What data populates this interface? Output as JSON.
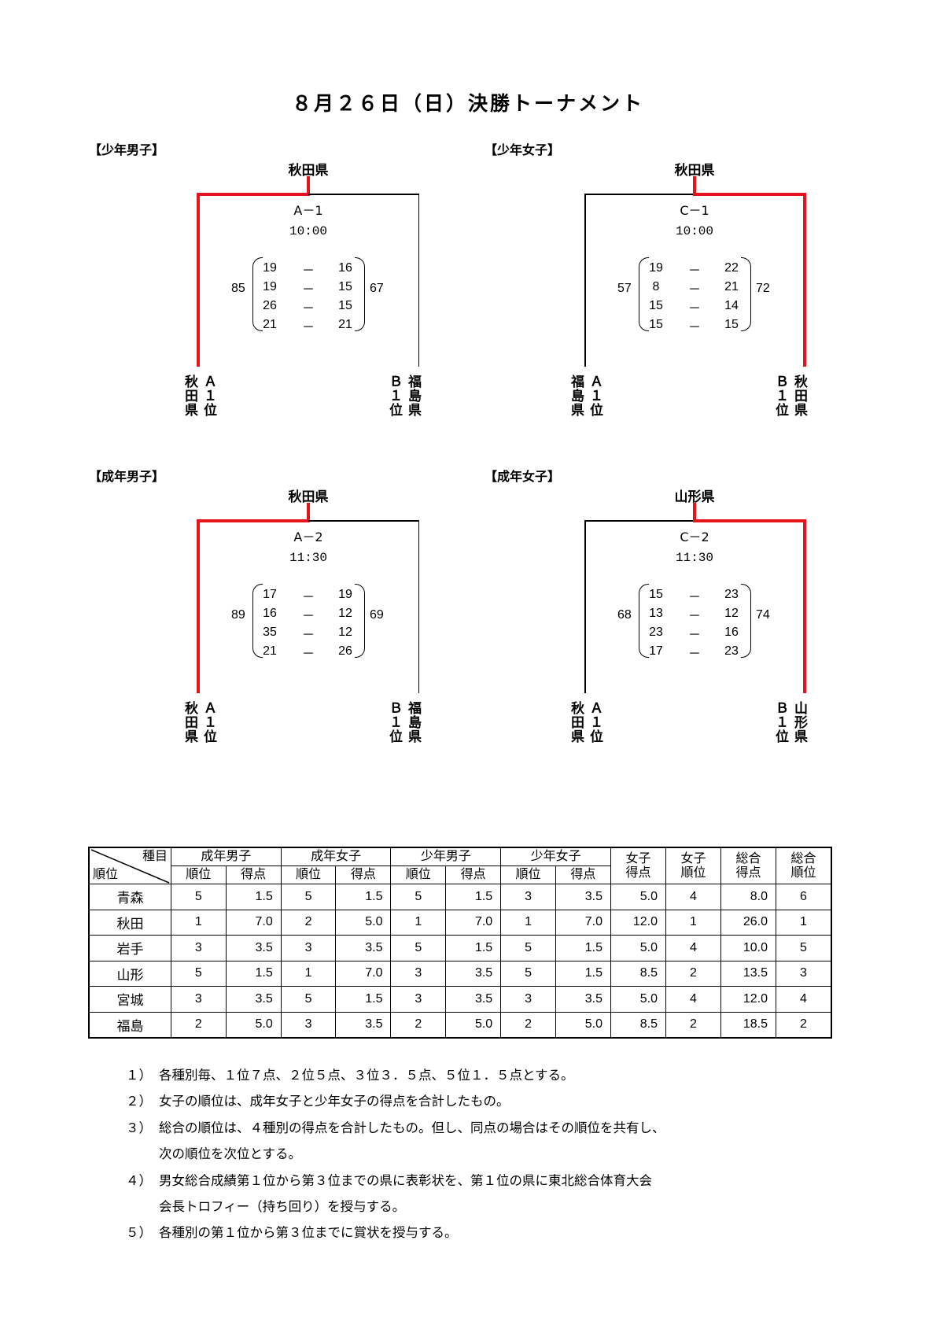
{
  "title": "８月２６日（日）決勝トーナメント",
  "brackets": [
    {
      "section": "【少年男子】",
      "winner": "秋田県",
      "winner_side": "left",
      "match": "A－1",
      "time": "10:00",
      "left_total": "85",
      "right_total": "67",
      "sets": [
        [
          "19",
          "16"
        ],
        [
          "19",
          "15"
        ],
        [
          "26",
          "15"
        ],
        [
          "21",
          "21"
        ]
      ],
      "left_team": [
        "秋田県",
        "Ａ１位"
      ],
      "right_team": [
        "Ｂ１位",
        "福島県"
      ]
    },
    {
      "section": "【少年女子】",
      "winner": "秋田県",
      "winner_side": "right",
      "match": "C－1",
      "time": "10:00",
      "left_total": "57",
      "right_total": "72",
      "sets": [
        [
          "19",
          "22"
        ],
        [
          "8",
          "21"
        ],
        [
          "15",
          "14"
        ],
        [
          "15",
          "15"
        ]
      ],
      "left_team": [
        "福島県",
        "Ａ１位"
      ],
      "right_team": [
        "Ｂ１位",
        "秋田県"
      ]
    },
    {
      "section": "【成年男子】",
      "winner": "秋田県",
      "winner_side": "left",
      "match": "A－2",
      "time": "11:30",
      "left_total": "89",
      "right_total": "69",
      "sets": [
        [
          "17",
          "19"
        ],
        [
          "16",
          "12"
        ],
        [
          "35",
          "12"
        ],
        [
          "21",
          "26"
        ]
      ],
      "left_team": [
        "秋田県",
        "Ａ１位"
      ],
      "right_team": [
        "Ｂ１位",
        "福島県"
      ]
    },
    {
      "section": "【成年女子】",
      "winner": "山形県",
      "winner_side": "right",
      "match": "C－2",
      "time": "11:30",
      "left_total": "68",
      "right_total": "74",
      "sets": [
        [
          "15",
          "23"
        ],
        [
          "13",
          "12"
        ],
        [
          "23",
          "16"
        ],
        [
          "17",
          "23"
        ]
      ],
      "left_team": [
        "秋田県",
        "Ａ１位"
      ],
      "right_team": [
        "Ｂ１位",
        "山形県"
      ]
    }
  ],
  "dash": "－",
  "table": {
    "corner_top": "種目",
    "corner_bottom": "順位",
    "groups": [
      "成年男子",
      "成年女子",
      "少年男子",
      "少年女子"
    ],
    "sub": [
      "順位",
      "得点"
    ],
    "extra": [
      [
        "女子",
        "得点"
      ],
      [
        "女子",
        "順位"
      ],
      [
        "総合",
        "得点"
      ],
      [
        "総合",
        "順位"
      ]
    ],
    "rows": [
      [
        "青森",
        "5",
        "1.5",
        "5",
        "1.5",
        "5",
        "1.5",
        "3",
        "3.5",
        "5.0",
        "4",
        "8.0",
        "6"
      ],
      [
        "秋田",
        "1",
        "7.0",
        "2",
        "5.0",
        "1",
        "7.0",
        "1",
        "7.0",
        "12.0",
        "1",
        "26.0",
        "1"
      ],
      [
        "岩手",
        "3",
        "3.5",
        "3",
        "3.5",
        "5",
        "1.5",
        "5",
        "1.5",
        "5.0",
        "4",
        "10.0",
        "5"
      ],
      [
        "山形",
        "5",
        "1.5",
        "1",
        "7.0",
        "3",
        "3.5",
        "5",
        "1.5",
        "8.5",
        "2",
        "13.5",
        "3"
      ],
      [
        "宮城",
        "3",
        "3.5",
        "5",
        "1.5",
        "3",
        "3.5",
        "3",
        "3.5",
        "5.0",
        "4",
        "12.0",
        "4"
      ],
      [
        "福島",
        "2",
        "5.0",
        "3",
        "3.5",
        "2",
        "5.0",
        "2",
        "5.0",
        "8.5",
        "2",
        "18.5",
        "2"
      ]
    ]
  },
  "notes": [
    {
      "num": "１）",
      "text": "各種別毎、１位７点、２位５点、３位３．５点、５位１．５点とする。"
    },
    {
      "num": "２）",
      "text": "女子の順位は、成年女子と少年女子の得点を合計したもの。"
    },
    {
      "num": "３）",
      "text": "総合の順位は、４種別の得点を合計したもの。但し、同点の場合はその順位を共有し、"
    },
    {
      "num": "",
      "text": "次の順位を次位とする。"
    },
    {
      "num": "４）",
      "text": "男女総合成績第１位から第３位までの県に表彰状を、第１位の県に東北総合体育大会"
    },
    {
      "num": "",
      "text": "会長トロフィー（持ち回り）を授与する。"
    },
    {
      "num": "５）",
      "text": "各種別の第１位から第３位までに賞状を授与する。"
    }
  ],
  "colors": {
    "winner_line": "#e8141b"
  }
}
